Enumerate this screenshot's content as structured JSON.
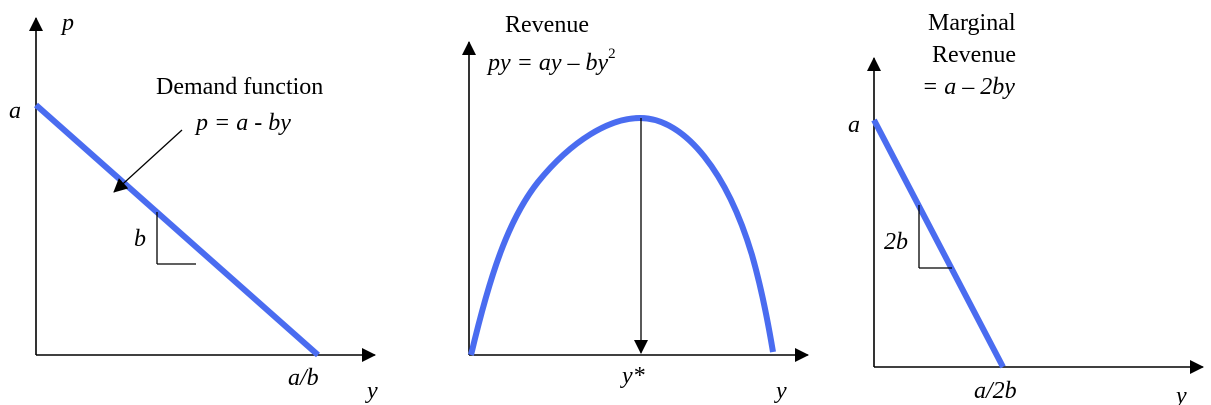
{
  "colors": {
    "curve": "#4a6cf0",
    "ink": "#000000"
  },
  "panel1": {
    "y_axis_label": "p",
    "x_axis_label": "y",
    "intercept_label": "a",
    "x_intercept_label": "a/b",
    "slope_label": "b",
    "annotation_title": "Demand function",
    "annotation_formula": "p = a - by"
  },
  "panel2": {
    "title": "Revenue",
    "formula_main": "py = ay – by",
    "formula_exp": "2",
    "x_axis_label": "y",
    "max_label": "y*"
  },
  "panel3": {
    "title_line1": "Marginal",
    "title_line2": "Revenue",
    "formula": "= a – 2by",
    "intercept_label": "a",
    "slope_label": "2b",
    "x_intercept_label": "a/2b",
    "x_axis_label": "y"
  }
}
